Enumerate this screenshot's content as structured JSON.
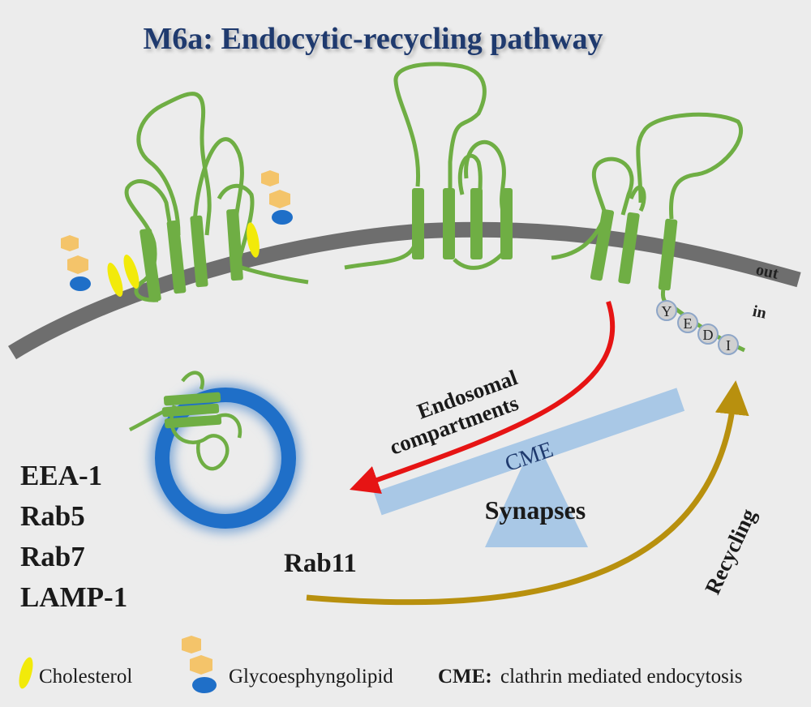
{
  "title": "M6a: Endocytic-recycling pathway",
  "membrane": {
    "out_label": "out",
    "in_label": "in"
  },
  "motif": [
    "Y",
    "E",
    "D",
    "I"
  ],
  "labels": {
    "endosomal_line1": "Endosomal",
    "endosomal_line2": "compartments",
    "cme": "CME",
    "synapses": "Synapses",
    "recycling": "Recycling",
    "rab11": "Rab11"
  },
  "markers": [
    "EEA-1",
    "Rab5",
    "Rab7",
    "LAMP-1"
  ],
  "legend": {
    "cholesterol": "Cholesterol",
    "glyco": "Glycoesphyngolipid",
    "cme_key": "CME:",
    "cme_def": "clathrin mediated endocytosis"
  },
  "colors": {
    "title": "#1f3a6e",
    "protein": "#6fae44",
    "membrane": "#6e6e6e",
    "vesicle": "#1f6fc8",
    "endosomal_arrow": "#e61414",
    "recycling_arrow": "#b8900e",
    "seesaw": "#a9c8e6",
    "cholesterol": "#f2ea0a",
    "glyco_top": "#f4c46a",
    "glyco_bottom": "#1f6fc8"
  }
}
